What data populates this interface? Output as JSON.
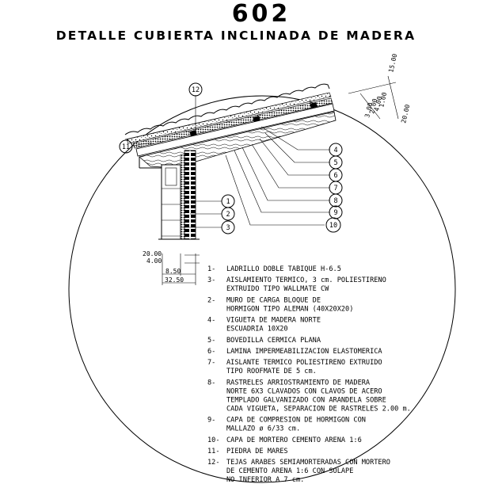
{
  "header": {
    "number": "602",
    "title": "DETALLE CUBIERTA INCLINADA DE MADERA"
  },
  "dimensions": {
    "roof": [
      "15.00",
      "1.00",
      "4.00",
      "2.00",
      "3.00",
      "20.00"
    ],
    "wall": [
      "20.00",
      "4.00",
      "8.50",
      "32.50"
    ]
  },
  "callouts": [
    "1",
    "2",
    "3",
    "4",
    "5",
    "6",
    "7",
    "8",
    "9",
    "10",
    "11",
    "12"
  ],
  "legend": [
    {
      "num": "1-",
      "lines": [
        "LADRILLO DOBLE TABIQUE H-6.5"
      ]
    },
    {
      "num": "3-",
      "lines": [
        "AISLAMIENTO TERMICO, 3 cm. POLIESTIRENO",
        "EXTRUIDO TIPO WALLMATE CW"
      ]
    },
    {
      "num": "2-",
      "lines": [
        "MURO DE CARGA BLOQUE DE",
        "HORMIGON TIPO ALEMAN (40X20X20)"
      ]
    },
    {
      "num": "4-",
      "lines": [
        "VIGUETA DE MADERA NORTE",
        "ESCUADRIA 10X20"
      ]
    },
    {
      "num": "5-",
      "lines": [
        "BOVEDILLA CERMICA PLANA"
      ]
    },
    {
      "num": "6-",
      "lines": [
        "LAMINA IMPERMEABILIZACION ELASTOMERICA"
      ]
    },
    {
      "num": "7-",
      "lines": [
        "AISLANTE TERMICO POLIESTIRENO EXTRUIDO",
        "TIPO ROOFMATE DE 5 cm."
      ]
    },
    {
      "num": "8-",
      "lines": [
        "RASTRELES ARRIOSTRAMIENTO DE MADERA",
        "NORTE 6X3 CLAVADOS CON CLAVOS DE ACERO",
        "TEMPLADO GALVANIZADO CON ARANDELA SOBRE",
        "CADA VIGUETA, SEPARACION DE RASTRELES 2.00 m."
      ]
    },
    {
      "num": "9-",
      "lines": [
        "CAPA DE COMPRESION DE HORMIGON CON",
        "MALLAZO ø 6/33 cm."
      ]
    },
    {
      "num": "10-",
      "lines": [
        "CAPA DE MORTERO CEMENTO ARENA 1:6"
      ]
    },
    {
      "num": "11-",
      "lines": [
        "PIEDRA DE MARES"
      ]
    },
    {
      "num": "12-",
      "lines": [
        "TEJAS ARABES SEMIAMORTERADAS CON MORTERO",
        "DE CEMENTO ARENA 1:6 CON SOLAPE",
        "NO INFERIOR A 7 cm."
      ]
    }
  ]
}
